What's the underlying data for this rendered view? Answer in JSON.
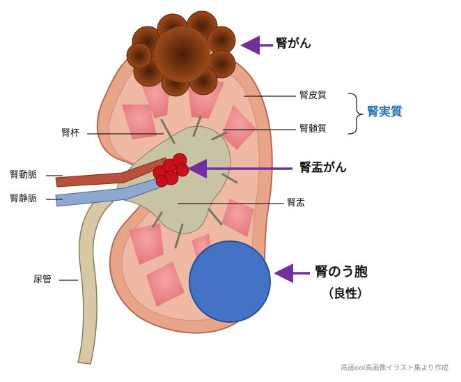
{
  "labels": {
    "kidney_cancer": "腎がん",
    "renal_cortex": "腎皮質",
    "renal_parenchyma": "腎実質",
    "renal_medulla": "腎髄質",
    "renal_calyx": "腎杯",
    "renal_pelvis_cancer": "腎盂がん",
    "renal_artery": "腎動脈",
    "renal_vein": "腎静脈",
    "renal_pelvis": "腎盂",
    "ureter": "尿管",
    "kidney_cyst": "腎のう胞",
    "benign": "（良性）"
  },
  "credit": "高画ool高画像イラスト集より作成",
  "colors": {
    "tumor": "#8b3a10",
    "pelvis_tumor": "#c8101a",
    "cyst": "#4472c4",
    "arrow": "#7030a0",
    "parenchyma_label": "#2e75b6"
  }
}
